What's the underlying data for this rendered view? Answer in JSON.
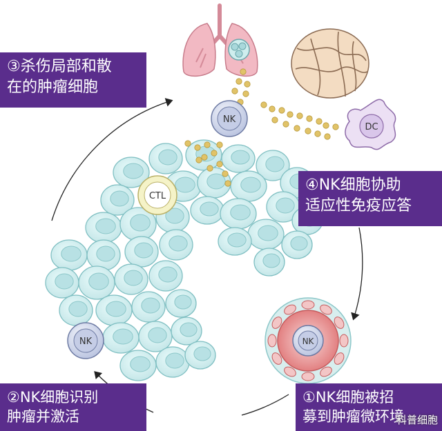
{
  "labels": {
    "step3_line1": "③杀伤局部和散",
    "step3_line2": "在的肿瘤细胞",
    "step4_line1": "④NK细胞协助",
    "step4_line2": "适应性免疫应答",
    "step2_line1": "②NK细胞识别",
    "step2_line2": "肿瘤并激活",
    "step1_line1": "①NK细胞被招",
    "step1_line2": "募到肿瘤微环境"
  },
  "cells": {
    "nk_top": "NK",
    "nk_bottom_left": "NK",
    "nk_vessel": "NK",
    "ctl": "CTL",
    "dc": "DC"
  },
  "watermark": "科普细胞",
  "colors": {
    "label_bg": "#5a2d8c",
    "tumor_fill": "#cfeeee",
    "tumor_stroke": "#8cc7c9",
    "nk_fill": "#dbe1f0",
    "ctl_fill": "#f5f3c8",
    "vessel": "#e27a7a",
    "lung": "#f2b9c3",
    "granule": "#e1c368"
  }
}
